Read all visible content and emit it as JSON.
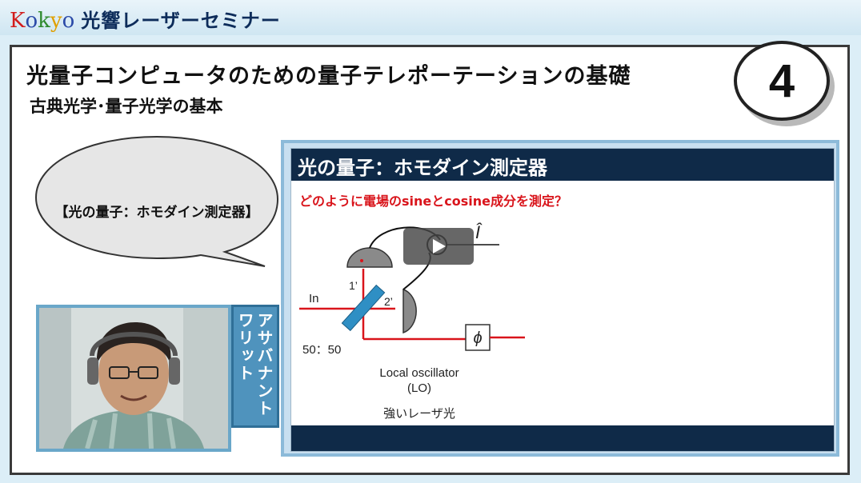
{
  "brand": {
    "k": "K",
    "o1": "o",
    "k2": "k",
    "y": "y",
    "o2": "o",
    "jp": "光響レーザーセミナー"
  },
  "lecture": {
    "title": "光量子コンピュータのための量子テレポーテーションの基礎",
    "subtitle": "古典光学･量子光学の基本",
    "number": "4"
  },
  "speech_bubble": {
    "text": "【光の量子：ホモダイン測定器】"
  },
  "presenter": {
    "name": "アサバナントワリット"
  },
  "slide": {
    "heading": "光の量子：ホモダイン測定器",
    "question": "どのように電場のsineとcosine成分を測定？",
    "diagram": {
      "input_label": "In",
      "splitter_label": "50：50",
      "detector1_label": "1’",
      "detector2_label": "2’",
      "phase_symbol": "ϕ",
      "operator_symbol": "Î",
      "lo_label_line1": "Local oscillator",
      "lo_label_line2": "(LO)",
      "laser_label": "強いレーザ光"
    }
  },
  "video": {
    "play_icon": "play-icon"
  },
  "colors": {
    "accent_red": "#d9141b",
    "slide_header": "#0f2a48",
    "nameplate": "#4f93bd",
    "beam": "#d9141b",
    "splitter": "#2f8fc4",
    "detector": "#8a8a8a"
  }
}
